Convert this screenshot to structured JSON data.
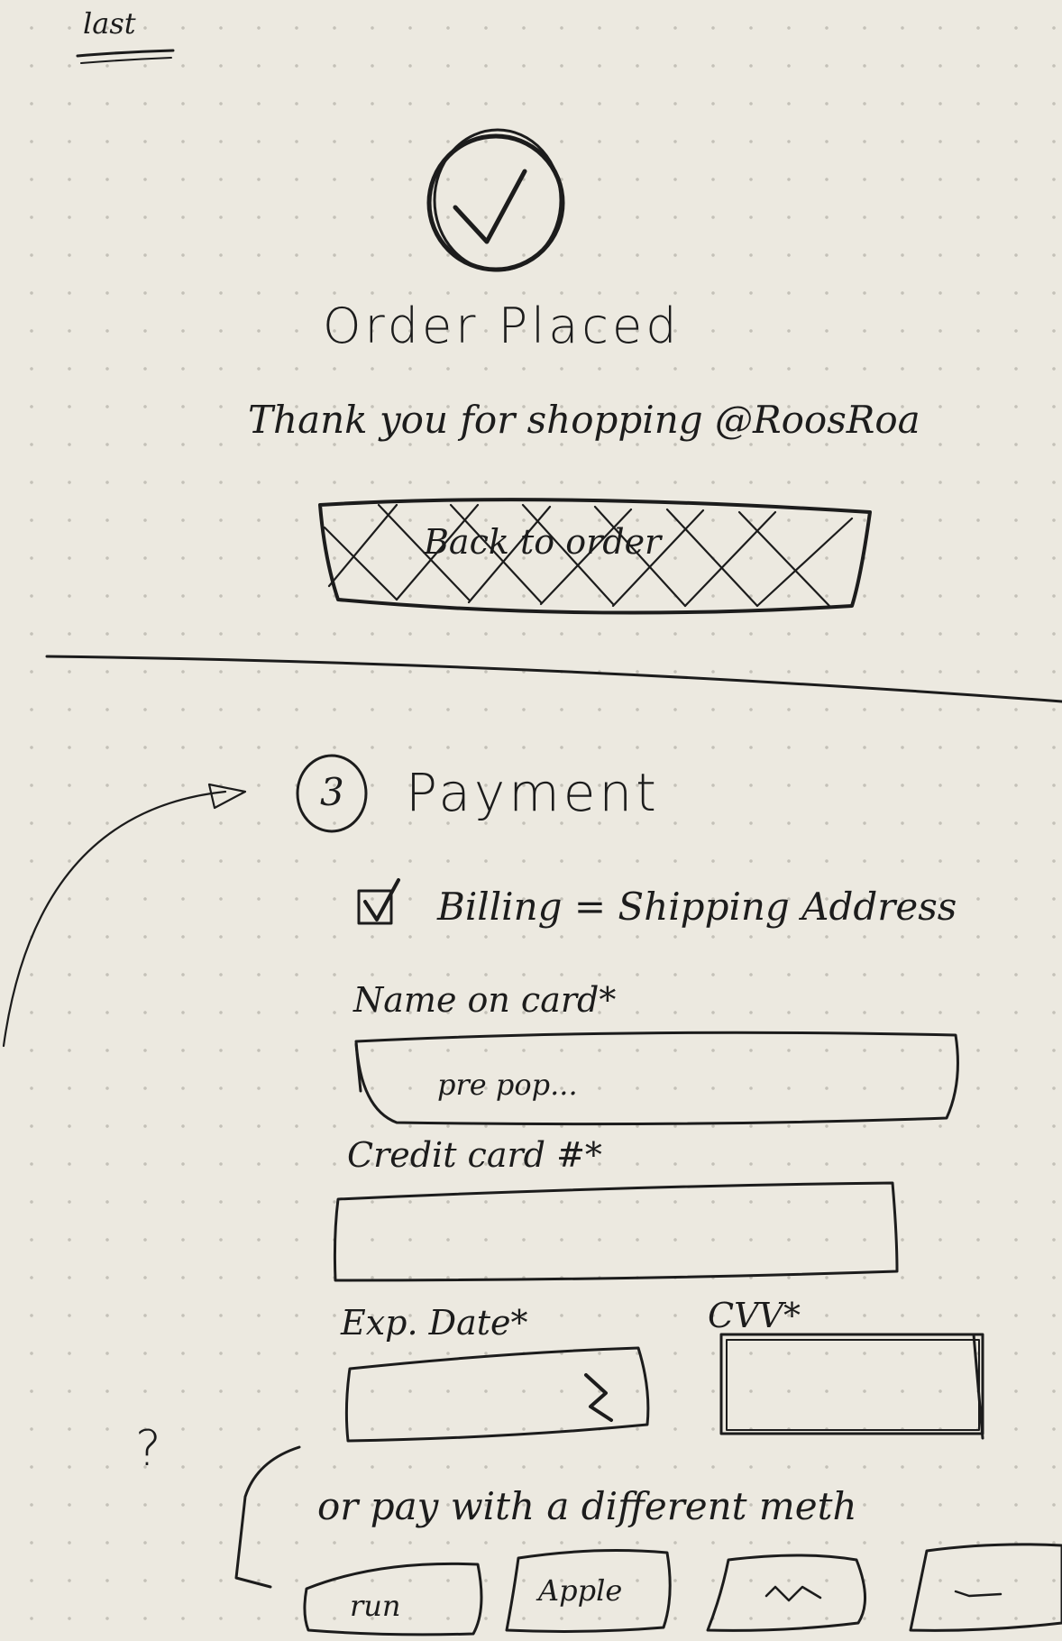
{
  "page": {
    "corner_note": "last"
  },
  "confirmation": {
    "title": "Order Placed",
    "message": "Thank you for shopping @RoosRoa",
    "back_button_label": "Back to order"
  },
  "payment": {
    "step_number": "3",
    "heading": "Payment",
    "billing_checkbox_label": "Billing = Shipping Address",
    "billing_checked": true,
    "name_label": "Name on card*",
    "name_value": "pre pop...",
    "card_label": "Credit card #*",
    "card_value": "",
    "exp_label": "Exp. Date*",
    "exp_value": "",
    "cvv_label": "CVV*",
    "cvv_value": "",
    "question_mark": "?",
    "alt_methods_label": "or pay with a different meth",
    "alt_methods": [
      {
        "label": "run"
      },
      {
        "label": "Apple"
      },
      {
        "label": ""
      },
      {
        "label": ""
      }
    ]
  }
}
